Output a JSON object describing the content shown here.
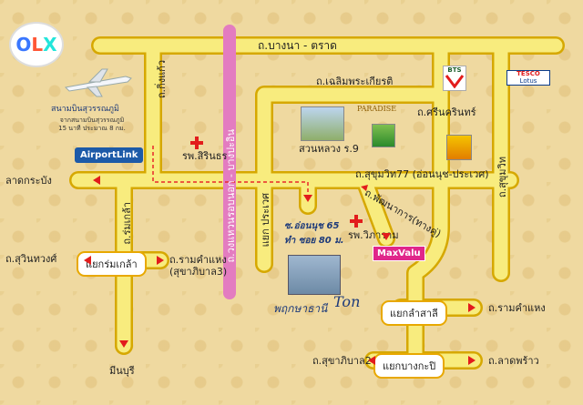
{
  "logo": {
    "o": "O",
    "l": "L",
    "x": "X"
  },
  "roads": {
    "bangna_trat": "ถ.บางนา - ตราด",
    "king_kaew": "ถ.กิ่งแก้ว",
    "chaloem_phra_kiat": "ถ.เฉลิมพระเกียรติ",
    "outer_ring": "ถ.วงแหวนรอบนอก - บางปะอิน",
    "srinakarin": "ถ.ศรีนครินทร์",
    "sukhumvit77": "ถ.สุขุมวิท77 (อ่อนนุช-ประเวศ)",
    "phatthanakan": "ถ.พัฒนาการ(ทางคู่)",
    "sukhumvit_right": "ถ.สุขุมวิท",
    "romklao": "ถ.ร่มเกล้า",
    "suwinthawong": "ถ.สุวินทวงศ์",
    "ramkhamhaeng_left": "ถ.รามคำแหง (สุขาภิบาล3)",
    "ramkhamhaeng_right": "ถ.รามคำแหง",
    "sukhaphiban2": "ถ.สุขาภิบาล2",
    "lat_phrao": "ถ.ลาดพร้าว",
    "prawet_junction": "แยก ประเวศ"
  },
  "junctions": {
    "romklao": "แยกร่มเกล้า",
    "lam_sali": "แยกลำสาลี",
    "bang_kapi": "แยกบางกะปิ"
  },
  "places": {
    "lat_krabang": "ลาดกระบัง",
    "min_buri": "มีนบุรี",
    "airport": "สนามบินสุวรรณภูมิ",
    "airport_sub1": "จากสนามบินสุวรรณภูมิ",
    "airport_sub2": "15 นาที ประมาณ 8 กม.",
    "airport_link": "AirportLink",
    "hospital_sirin": "รพ.สิรินธร",
    "hospital_wikaram": "รพ.วิภาราม",
    "suan_luang": "สวนหลวง ร.9",
    "paradise": "PARADISE",
    "maxvalu": "MaxValu",
    "tesco": "TESCO",
    "lotus": "Lotus",
    "bts": "BTS"
  },
  "project": {
    "soi_line1": "ซ.อ่อนนุช 65",
    "soi_line2": "ทำ ซอย 80 ม.",
    "name": "พฤกษาธานี",
    "name_suffix": "Ton"
  },
  "colors": {
    "road": "#f8ec7e",
    "road_edge": "#d6a800",
    "highway": "#e37cc0",
    "background": "#efd9a0",
    "dashed_route": "#e8262a"
  }
}
